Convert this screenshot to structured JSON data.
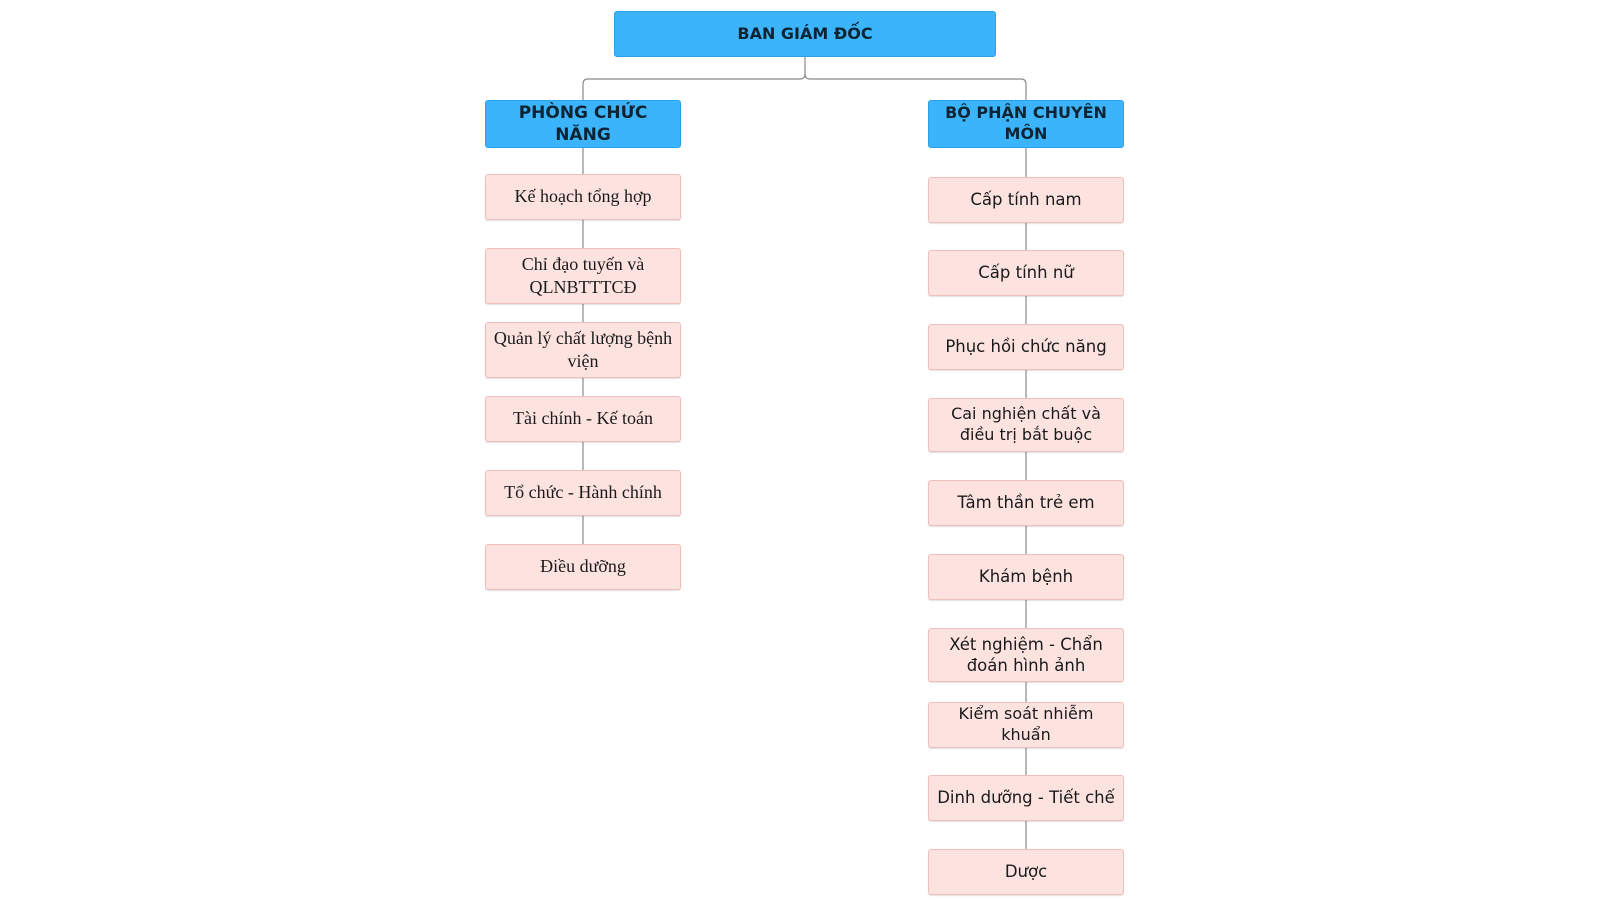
{
  "root": {
    "label": "BAN GIÁM ĐỐC"
  },
  "branches": [
    {
      "label": "PHÒNG CHỨC NĂNG",
      "items": [
        "Kế hoạch tổng hợp",
        "Chỉ đạo tuyến và QLNBTTTCĐ",
        "Quản lý chất lượng bệnh viện",
        "Tài chính - Kế toán",
        "Tổ chức - Hành chính",
        "Điều dưỡng"
      ]
    },
    {
      "label": "BỘ PHẬN CHUYÊN MÔN",
      "items": [
        "Cấp tính nam",
        "Cấp tính nữ",
        "Phục hồi chức năng",
        "Cai nghiện chất và điều trị bắt buộc",
        "Tâm thần trẻ em",
        "Khám bệnh",
        "Xét nghiệm - Chẩn đoán hình ảnh",
        "Kiểm soát nhiễm khuẩn",
        "Dinh dưỡng - Tiết chế",
        "Dược"
      ]
    }
  ],
  "colors": {
    "header_fill": "#3bb4fb",
    "item_fill": "#fde3e0",
    "item_border": "#f0bfba",
    "line": "#8a8a8a"
  }
}
